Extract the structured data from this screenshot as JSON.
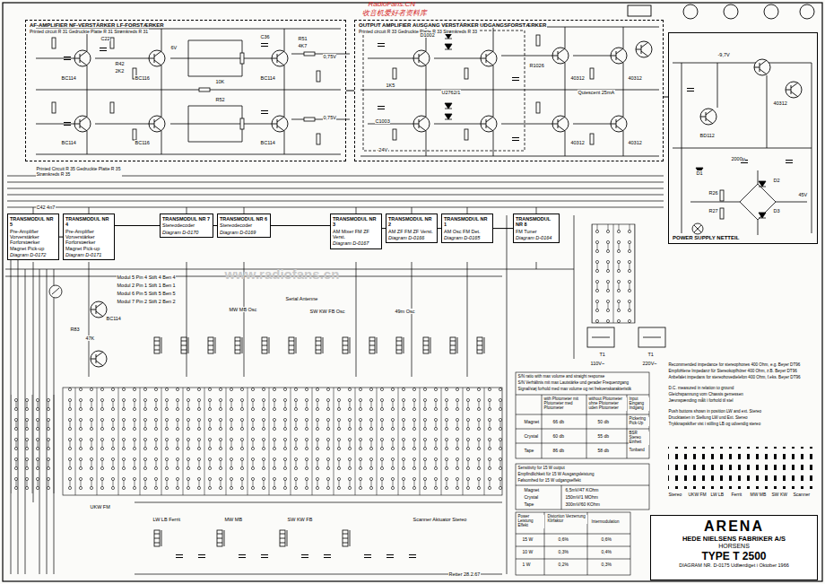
{
  "diagram": {
    "nodes": [
      {
        "text": [
          "AF-AMPLIFIER NF-VERSTÄRKER LF-FORSTÆRKER",
          "Printed circuit R 31 Gedruckte Platte R 31 Strømkreds R 31"
        ]
      },
      {
        "text": [
          "OUTPUT AMPLIFIER AUSGANG VERSTÄRKER UDGANGSFORSTÆRKER",
          "Printed circuit R 33 Gedruckte Platte R 33 Strømkreds R 33"
        ]
      },
      {
        "text": [
          "POWER SUPPLY NETTEIL"
        ]
      },
      {
        "text": [
          "TRANSMODUL NR 5",
          "Pre-Amplifier Vorverstärker Forforstærker Magnet Pick-up",
          "Diagram D-0172"
        ]
      },
      {
        "text": [
          "TRANSMODUL NR 4",
          "Pre-Amplifier Vorverstärker Forforstærker Magnet Pick-up",
          "Diagram D-0171"
        ]
      },
      {
        "text": [
          "TRANSMODUL NR 7",
          "Stereodecoder",
          "Diagram D-0170"
        ]
      },
      {
        "text": [
          "TRANSMODUL NR 6",
          "Stereodecoder",
          "Diagram D-0169"
        ]
      },
      {
        "text": [
          "TRANSMODUL NR 3",
          "AM Mixer FM ZF Verst.",
          "Diagram D-0167"
        ]
      },
      {
        "text": [
          "TRANSMODUL NR 2",
          "AM ZF FM ZF Verst.",
          "Diagram D-0166"
        ]
      },
      {
        "text": [
          "TRANSMODUL NR 1",
          "AM Osc FM Det.",
          "Diagram D-0165"
        ]
      },
      {
        "text": [
          "TRANSMODUL NR 8",
          "FM Tuner",
          "Diagram D-0164"
        ]
      },
      {
        "text": [
          "ARENA",
          "HEDE NIELSENS FABRIKER A/S",
          "HORSENS",
          "TYPE T 2500",
          "DIAGRAM NR. D-0175 Udfærdiget i Oktober 1966"
        ]
      }
    ],
    "edges": [
      {
        "from": 0,
        "to": 1,
        "arrow": "none"
      },
      {
        "from": 1,
        "to": 2,
        "arrow": "none"
      },
      {
        "from": 3,
        "to": 4,
        "arrow": "none"
      },
      {
        "from": 4,
        "to": 5,
        "arrow": "none"
      },
      {
        "from": 5,
        "to": 6,
        "arrow": "none"
      },
      {
        "from": 6,
        "to": 7,
        "arrow": "none"
      },
      {
        "from": 7,
        "to": 8,
        "arrow": "none"
      },
      {
        "from": 8,
        "to": 9,
        "arrow": "none"
      },
      {
        "from": 9,
        "to": 10,
        "arrow": "none"
      }
    ],
    "labels": [
      "RadioFans.CN",
      "收音机爱好者资料库",
      "www.radiofans.cn",
      "BC114",
      "BC114",
      "BC116",
      "BC116",
      "BC114",
      "BC114",
      "R51",
      "4K7",
      "0,75V",
      "0,75V",
      "C22",
      "R42",
      "2K2",
      "R52",
      "10K",
      "C36",
      "6V",
      "D1002",
      "U2762/1",
      "40312",
      "40312",
      "40312",
      "40312",
      "R1026",
      "Quiescent 25mA",
      "1K5",
      "C1003",
      "-24V",
      "BD112",
      "40312",
      "-9,7V",
      "D1",
      "D2",
      "D3",
      "45V",
      "2000µ",
      "R26",
      "R27",
      "T1",
      "T1",
      "110V~",
      "220V~",
      "C42 4n7",
      "Printed Circuit R 35 Gedruckte Platte R 35 Strømkreds R 35",
      "Modul 5 Pin 4 Stift 4 Ben 4",
      "Modul 2 Pin 1 Stift 1 Ben 1",
      "Modul 6 Pin 5 Stift 5 Ben 5",
      "Modul 7 Pin 2 Stift 2 Ben 2",
      "BC114",
      "R83",
      "47K",
      "Serial Antenne",
      "MW MB Osc",
      "SW KW FB Osc",
      "49m Osc",
      "UKW FM",
      "LW LB Ferrit",
      "MW MB",
      "SW KW FB",
      "Scanner Aktuator Stereo",
      "Retter 28.2.67",
      "S/N ratio with max volume and straight response",
      "S/N Verhältnis mit max Lautstärke und gerader Frequenzgang",
      "Signal/støj forhold med max volume og ret frekvenskarakteristik",
      "with Pfotometer mit Pfotometer med Pfotometer",
      "without Pfotometer ohne Pfotometer uden Pfotometer",
      "Input Eingang Indgang",
      "Magnet",
      "66 db",
      "50 db",
      "Pickering Pick-Up",
      "Crystal",
      "60 db",
      "55 db",
      "BSR Stereo Einheit",
      "Tape",
      "86 db",
      "58 db",
      "Tonband",
      "Sensitivity for 15 W output",
      "Empfindlichkeit für 15 W Ausgangsleistung",
      "Følsomhed for 15 W udgangseffekt",
      "Magnet",
      "6,5mV/47 KOhm",
      "Crystal",
      "150mV/1 MOhm",
      "Tape",
      "300mV/60 KOhm",
      "Power Leistung Effekt",
      "Distortion Verzerrung Klirfaktor",
      "Intermodulation",
      "15 W",
      "0,6%",
      "0,6%",
      "10 W",
      "0,3%",
      "0,4%",
      "1 W",
      "0,2%",
      "0,3%",
      "Recommended impedance for stereophones 400 Ohm, e.g. Beyer DT96",
      "Empfohlene Impedanz für Stereokopfhörer 400 Ohm, z.B. Beyer DT96",
      "Anbefalet impedans for stereohovedtelefon 400 Ohm, f.eks. Beyer DT96",
      "D.C. measured in relation to ground",
      "Gleichspannung vom Chassis gemessen",
      "Jævnspænding målt i forhold til stel",
      "Push buttons shown in position LW and ext. Stereo",
      "Drucktasten in Stellung LW und Ext. Stereo",
      "Trykknapskifter vist i stilling LB og udvendig stereo",
      "Stereo",
      "UKW FM",
      "LW LB",
      "Ferrit",
      "MW MB",
      "SW KW",
      "Scanner"
    ]
  }
}
